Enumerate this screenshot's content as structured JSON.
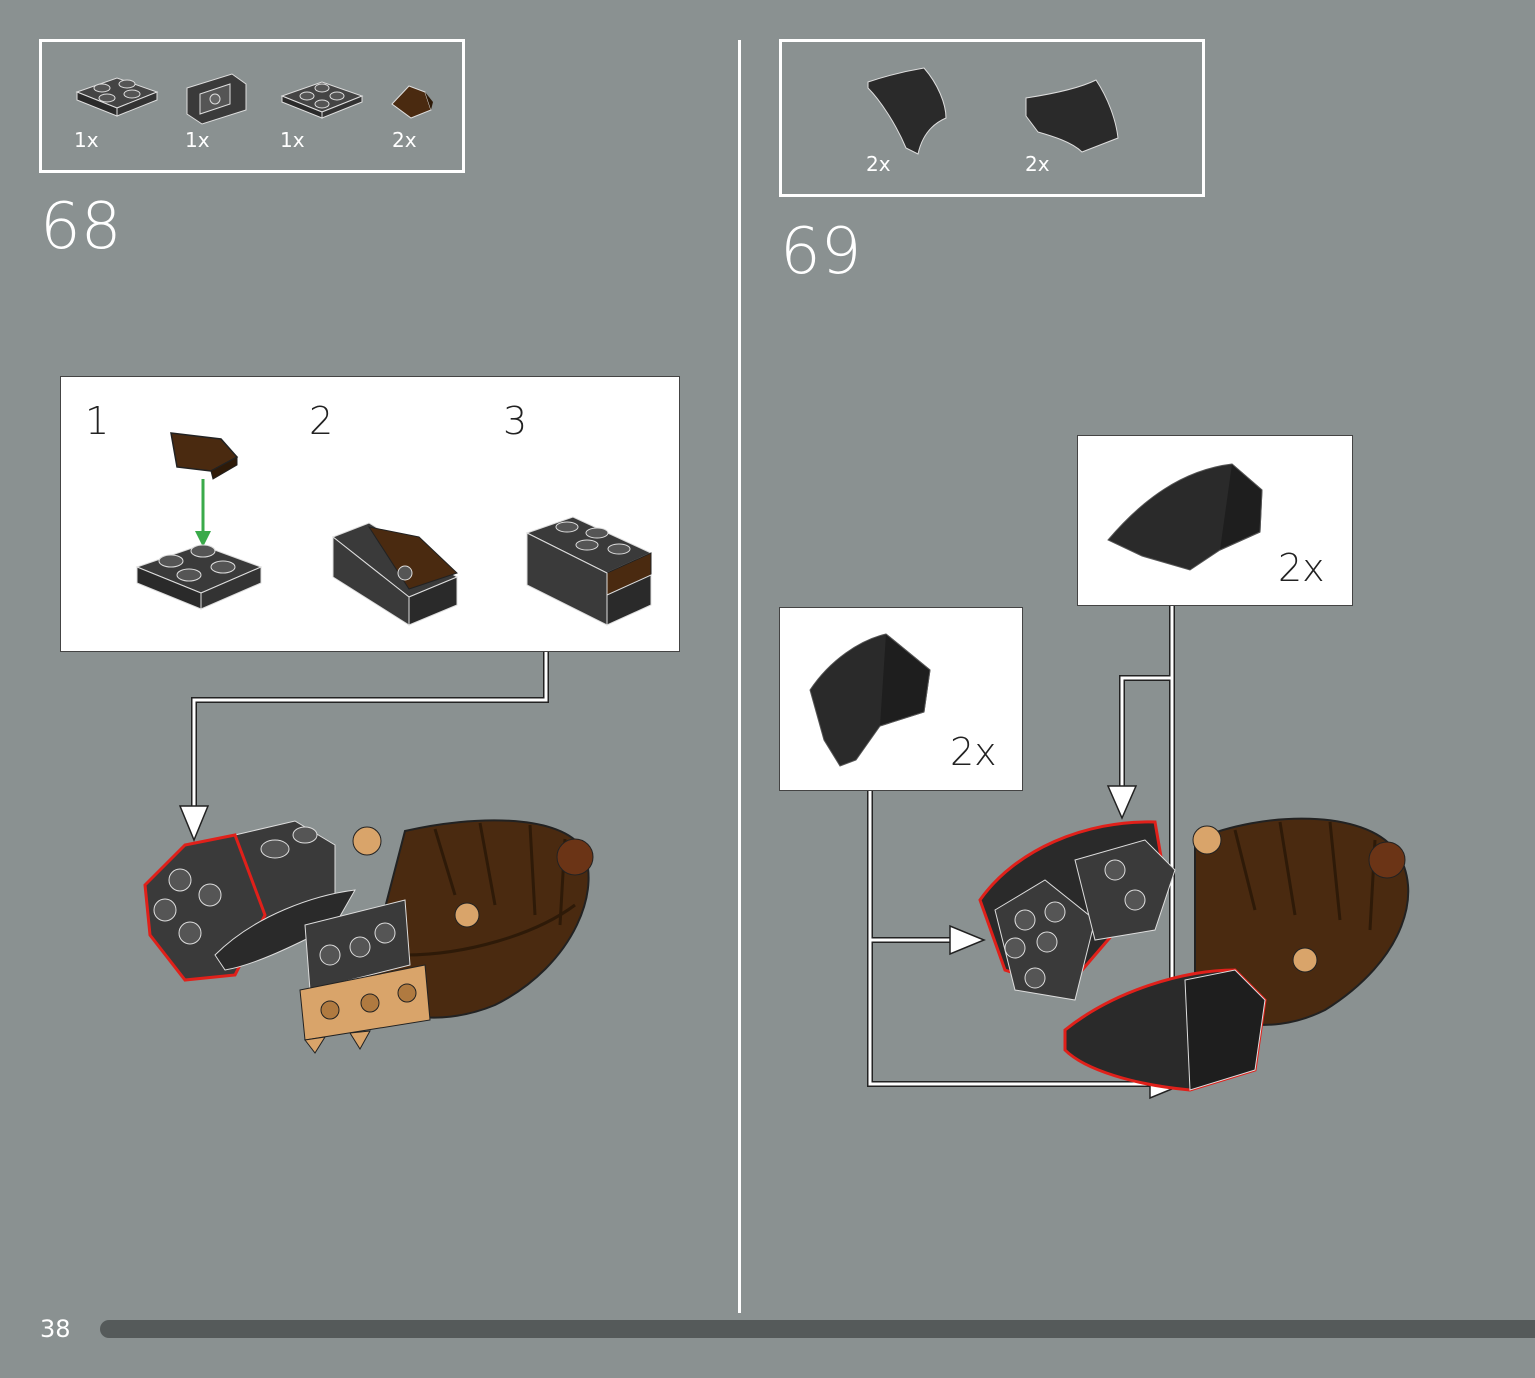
{
  "page": {
    "number": "38",
    "background": "#8a9191"
  },
  "step68": {
    "number": "68",
    "parts": [
      {
        "name": "dark-gray-plate-2x2-icon",
        "qty": "1x"
      },
      {
        "name": "dark-gray-bracket-icon",
        "qty": "1x"
      },
      {
        "name": "dark-gray-plate-with-studs-icon",
        "qty": "1x"
      },
      {
        "name": "brown-slope-icon",
        "qty": "2x"
      }
    ],
    "substeps": [
      "1",
      "2",
      "3"
    ]
  },
  "step69": {
    "number": "69",
    "parts": [
      {
        "name": "black-curved-slope-left-icon",
        "qty": "2x"
      },
      {
        "name": "black-curved-slope-right-icon",
        "qty": "2x"
      }
    ],
    "callouts": [
      {
        "name": "callout-curved-slope-top",
        "qty": "2x"
      },
      {
        "name": "callout-curved-slope-left",
        "qty": "2x"
      }
    ]
  },
  "colors": {
    "dark_gray": "#3a3a3a",
    "black": "#2a2a2a",
    "brown": "#4a2a10",
    "reddish_brown": "#6b3416",
    "tan": "#d9a46a",
    "highlight_red": "#e0201a",
    "arrow_green": "#3aaa4a"
  }
}
